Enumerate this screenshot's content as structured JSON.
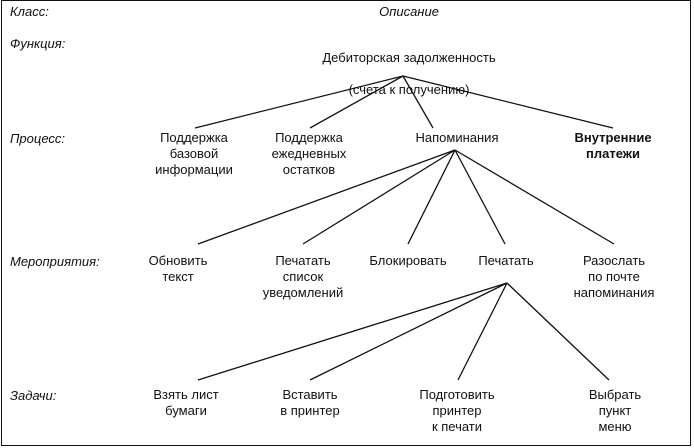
{
  "levels": {
    "class": "Класс:",
    "function": "Функция:",
    "process": "Процесс:",
    "activities": "Мероприятия:",
    "tasks": "Задачи:"
  },
  "description_header": "Описание",
  "function_node": {
    "line1": "Дебиторская задолженность",
    "line2": "(счета к получению)"
  },
  "processes": [
    {
      "label": "Поддержка\nбазовой\nинформации"
    },
    {
      "label": "Поддержка\nежедневных\nостатков"
    },
    {
      "label": "Напоминания"
    },
    {
      "label": "Внутренние\nплатежи"
    }
  ],
  "activities": [
    {
      "label": "Обновить\nтекст"
    },
    {
      "label": "Печатать\nсписок\nуведомлений"
    },
    {
      "label": "Блокировать"
    },
    {
      "label": "Печатать"
    },
    {
      "label": "Разослать\nпо почте\nнапоминания"
    }
  ],
  "tasks": [
    {
      "label": "Взять лист\nбумаги"
    },
    {
      "label": "Вставить\nв принтер"
    },
    {
      "label": "Подготовить\nпринтер\nк печати"
    },
    {
      "label": "Выбрать пункт\nменю"
    }
  ]
}
